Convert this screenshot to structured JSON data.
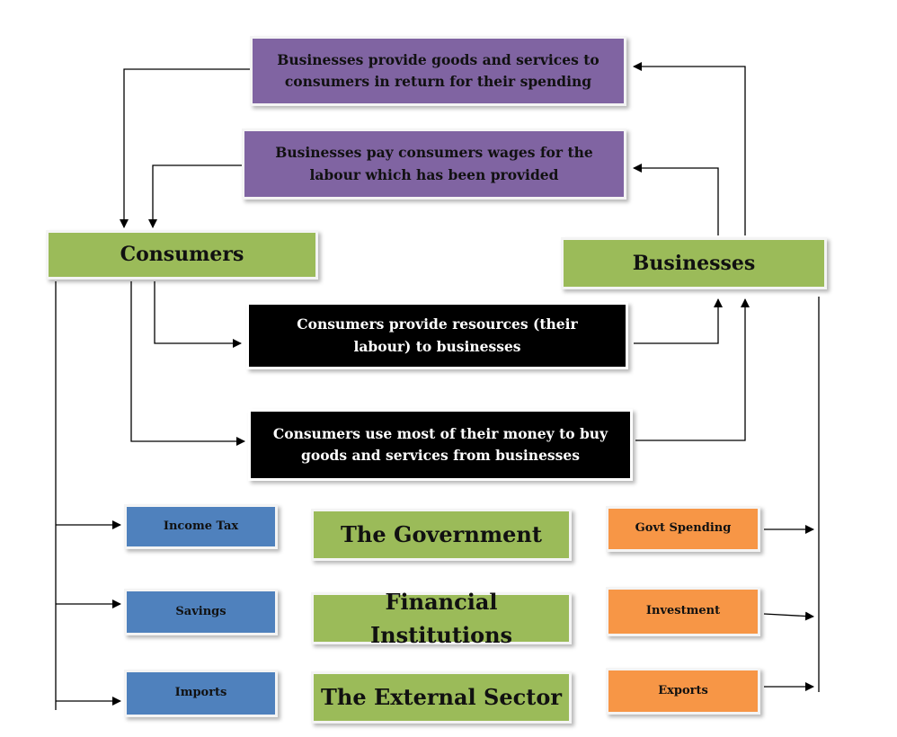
{
  "top_flows": {
    "goods_and_services": "Businesses provide goods and services to consumers in return for their spending",
    "wages": "Businesses pay consumers wages for the labour which has been provided"
  },
  "sectors": {
    "consumers": "Consumers",
    "businesses": "Businesses"
  },
  "middle_flows": {
    "labour": "Consumers provide resources (their labour) to businesses",
    "spending": "Consumers use most of their money to buy goods and services from businesses"
  },
  "leakages": {
    "income_tax": "Income Tax",
    "savings": "Savings",
    "imports": "Imports"
  },
  "institutions": {
    "government": "The Government",
    "financial": "Financial Institutions",
    "external": "The External Sector"
  },
  "injections": {
    "govt_spending": "Govt Spending",
    "investment": "Investment",
    "exports": "Exports"
  },
  "colors": {
    "purple": "#8064a2",
    "green": "#9bbb59",
    "black": "#000000",
    "blue": "#4f81bd",
    "orange": "#f79646"
  }
}
